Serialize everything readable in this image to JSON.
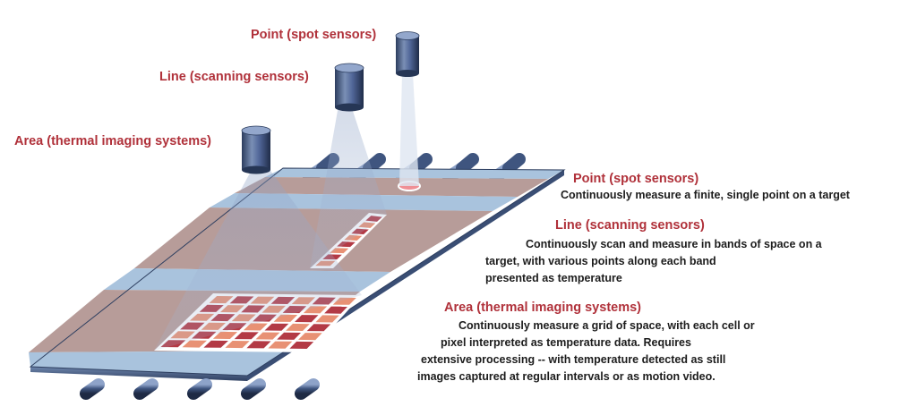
{
  "sensor_labels": {
    "point": "Point (spot sensors)",
    "line": "Line (scanning sensors)",
    "area": "Area (thermal imaging systems)"
  },
  "descriptions": {
    "point": {
      "title": "Point (spot sensors)",
      "lines": [
        "Continuously measure a finite, single point on a target"
      ]
    },
    "line": {
      "title": "Line (scanning sensors)",
      "lines": [
        "Continuously scan and measure in bands of space on a",
        "target, with various points along each band",
        "presented as temperature"
      ]
    },
    "area": {
      "title": "Area (thermal imaging systems)",
      "lines": [
        "Continuously measure a grid of space, with each cell or",
        "pixel interpreted as temperature data. Requires",
        "extensive processing -- with temperature detected as still",
        "images captured at regular intervals or as motion video."
      ]
    }
  },
  "colors": {
    "label_red": "#b0313a",
    "text_dark": "#1c1c1c",
    "band_blue": "#a9c3dd",
    "band_brown": "#b79c99",
    "sensor_body": "#4a5f85",
    "hot_cell": "#b33a45",
    "warm_cell": "#e89174"
  }
}
